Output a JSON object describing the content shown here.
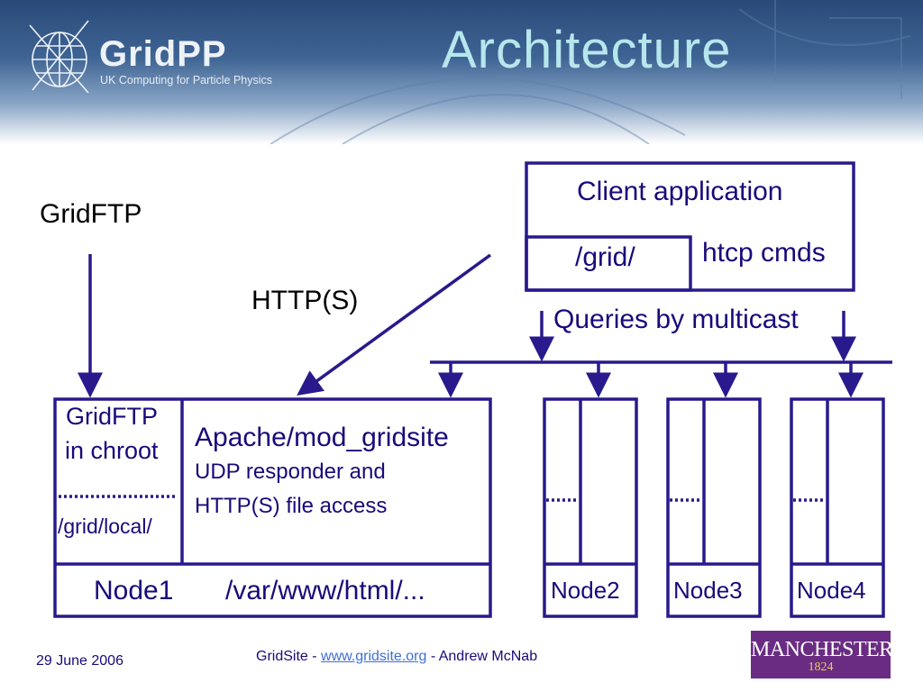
{
  "header": {
    "title": "Architecture",
    "logo_word": "GridPP",
    "logo_tagline": "UK Computing for Particle Physics"
  },
  "diagram": {
    "gridftp_label": "GridFTP",
    "http_label": "HTTP(S)",
    "queries_label": "Queries by multicast",
    "client_box": {
      "title": "Client application",
      "mount": "/grid/",
      "cmds": "htcp cmds"
    },
    "node1": {
      "gridftp_line1": "GridFTP",
      "gridftp_line2": "in chroot",
      "local_path": "/grid/local/",
      "server": "Apache/mod_gridsite",
      "server_line2": "UDP responder and",
      "server_line3": "HTTP(S) file access",
      "name": "Node1",
      "docroot": "/var/www/html/..."
    },
    "other_nodes": [
      "Node2",
      "Node3",
      "Node4"
    ]
  },
  "footer": {
    "date": "29 June 2006",
    "credit_prefix": "GridSite - ",
    "credit_link": "www.gridsite.org",
    "credit_suffix": " - Andrew McNab",
    "university": "MANCHESTER",
    "university_year": "1824"
  },
  "colors": {
    "diagram_ink": "#281a8c",
    "title": "#b7e6ec",
    "banner": "#2a4a78",
    "link": "#3d6fd8",
    "university_logo": "#6a2c82"
  }
}
